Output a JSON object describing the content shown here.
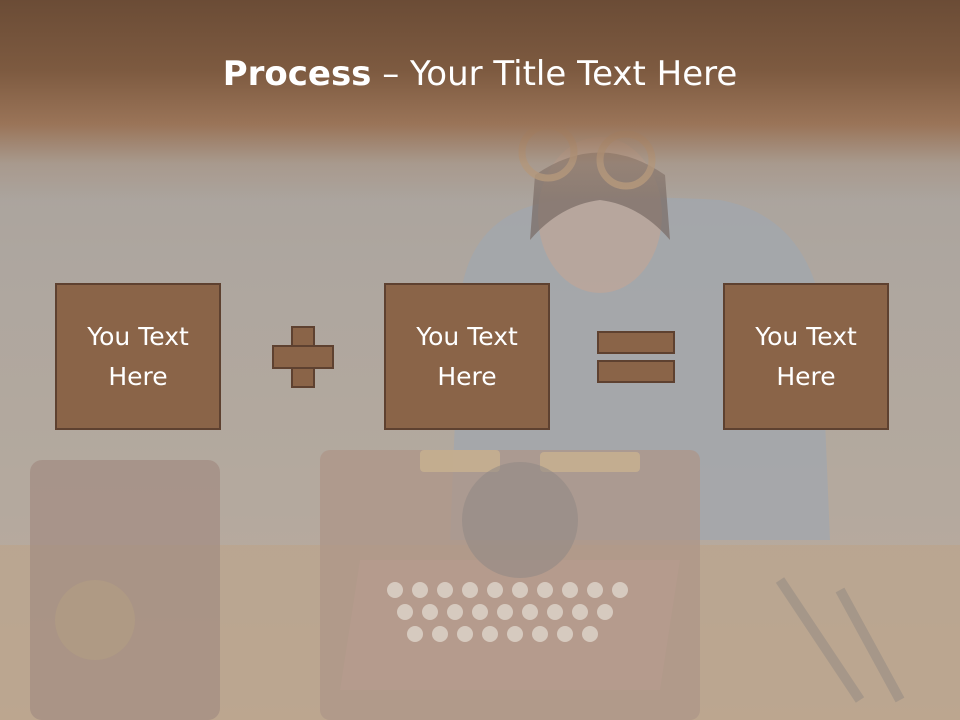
{
  "slide": {
    "title_bold": "Process",
    "title_rest": " – Your Title Text Here"
  },
  "boxes": [
    {
      "label_line1": "You Text",
      "label_line2": "Here"
    },
    {
      "label_line1": "You Text",
      "label_line2": "Here"
    },
    {
      "label_line1": "You Text",
      "label_line2": "Here"
    }
  ],
  "operators": {
    "first": "plus-icon",
    "second": "equals-icon"
  },
  "colors": {
    "box_fill": "#8a6448",
    "box_border": "#5e4130",
    "title_band": "#6b4c36",
    "text": "#ffffff"
  }
}
